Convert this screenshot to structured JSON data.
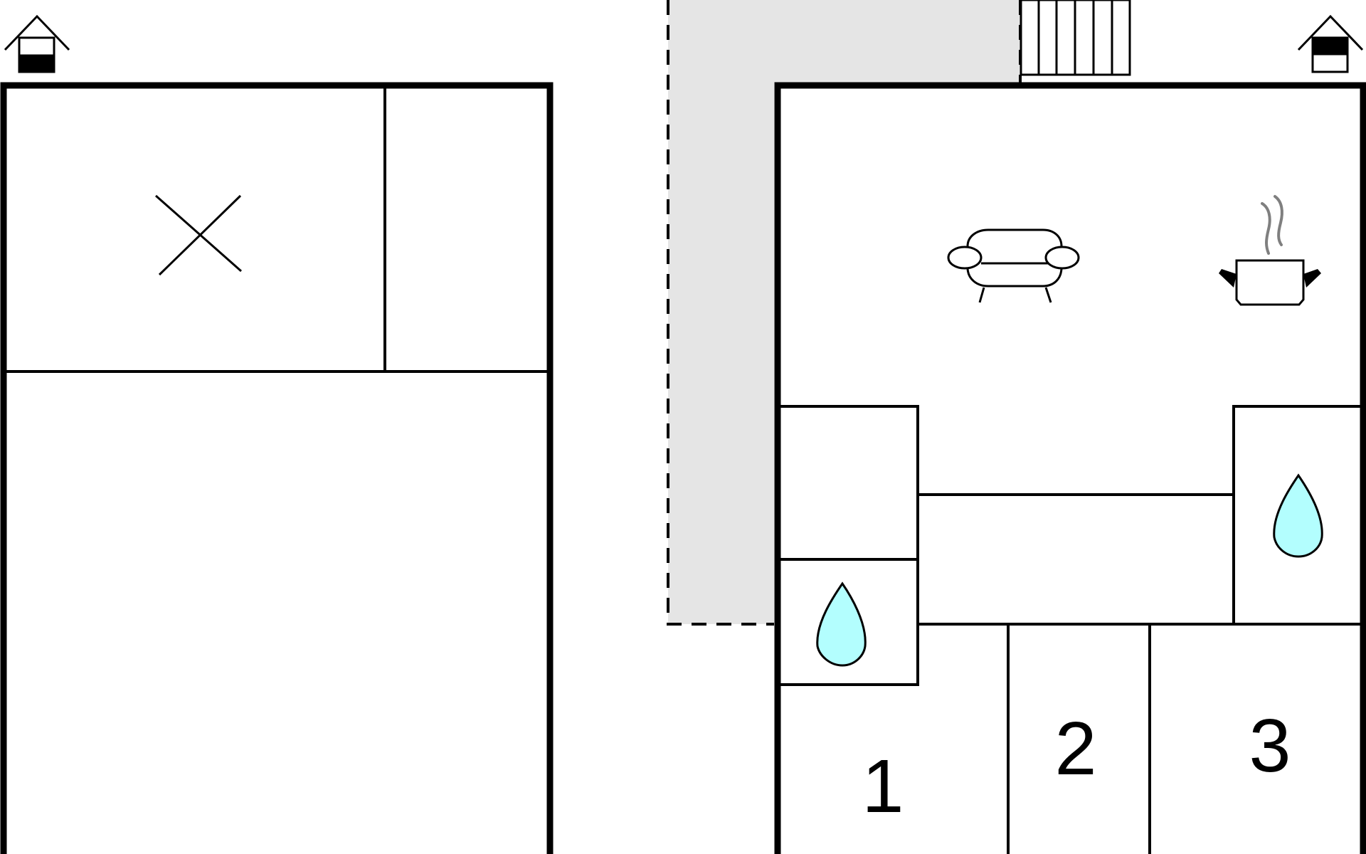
{
  "colors": {
    "wall": "#000000",
    "background": "#ffffff",
    "outdoor_area": "#e5e5e5",
    "water_drop": "#b3fefe",
    "steam": "#7f7f7f"
  },
  "icons": {
    "floor_indicator_left": "house-floor-lower-icon",
    "floor_indicator_right": "house-floor-upper-icon",
    "storage_mark": "x-mark-icon",
    "living_room": "sofa-icon",
    "kitchen": "cooking-pot-icon",
    "bathroom": "water-drop-icon",
    "stairs": "stairs-icon"
  },
  "bedrooms": [
    {
      "number": "1"
    },
    {
      "number": "2"
    },
    {
      "number": "3"
    }
  ]
}
